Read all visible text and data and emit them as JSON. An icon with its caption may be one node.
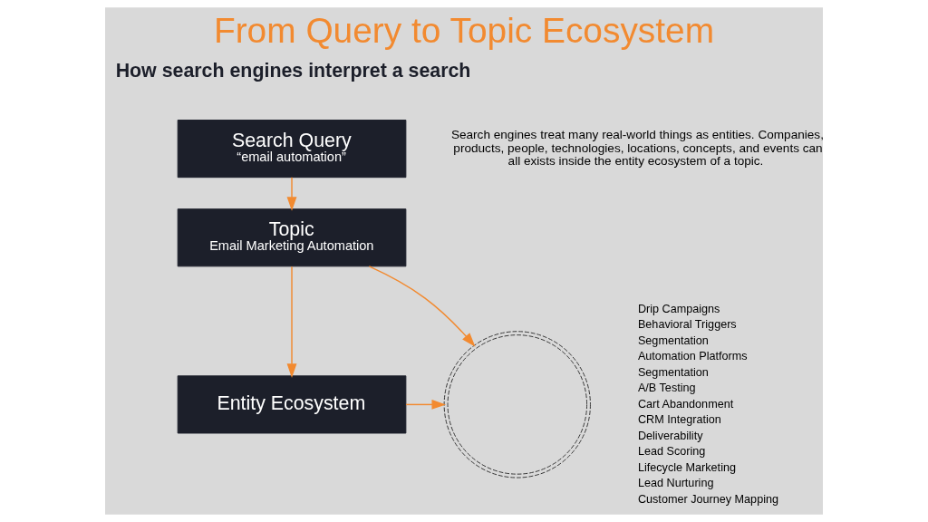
{
  "diagram": {
    "title": "From Query to Topic Ecosystem",
    "nodes": [
      {
        "text": [
          "Search Query",
          "“email automation”"
        ]
      },
      {
        "text": [
          "Topic",
          "Email Marketing Automation"
        ]
      },
      {
        "text": [
          "Entity Ecosystem"
        ]
      },
      {
        "text": [],
        "shape": "picture"
      }
    ],
    "edges": [
      {
        "from": 0,
        "to": 1,
        "arrow": "to"
      },
      {
        "from": 1,
        "to": 2,
        "arrow": "to"
      },
      {
        "from": 1,
        "to": 3,
        "arrow": "to"
      },
      {
        "from": 2,
        "to": 3,
        "arrow": "to"
      }
    ],
    "labels": [
      "How search engines interpret a search",
      "Search engines treat many real-world things as entities. Companies, products, people, technologies, locations, concepts, and events can all exists inside the entity ecosystem of a topic.",
      "Drip Campaigns",
      "Behavioral Triggers",
      "Segmentation",
      "Automation Platforms",
      "Segmentation",
      "A/B Testing",
      "Cart Abandonment",
      "CRM Integration",
      "Deliverability",
      "Lead Scoring",
      "Lifecycle Marketing",
      "Lead Nurturing",
      "Customer Journey Mapping"
    ]
  }
}
